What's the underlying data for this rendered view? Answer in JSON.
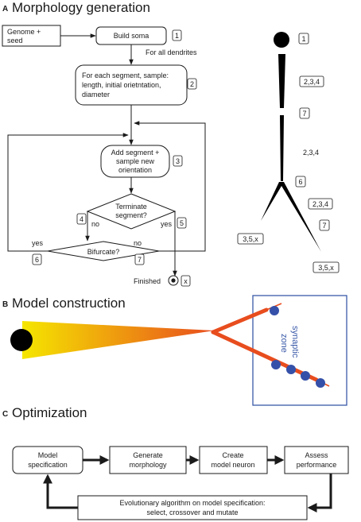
{
  "colors": {
    "ink": "#1a1a1a",
    "axon_start": "#f5e600",
    "axon_end": "#e84d1e",
    "dendrite": "#e84d1e",
    "synapse": "#3550a8",
    "zone_border": "#3a5aa8",
    "zone_text": "#3a5aa8"
  },
  "panel_a": {
    "letter": "A",
    "title": "Morphology generation",
    "genome_label": "Genome +",
    "seed_label": "seed",
    "build_soma": "Build soma",
    "for_all_dendrites": "For all dendrites",
    "sample_line1": "For each segment, sample:",
    "sample_line2": "length, initial orietntation,",
    "sample_line3": "diameter",
    "add_line1": "Add segment +",
    "add_line2": "sample new",
    "add_line3": "orientation",
    "terminate_line1": "Terminate",
    "terminate_line2": "segment?",
    "bifurcate": "Bifurcate?",
    "no_left": "no",
    "yes_right": "yes",
    "yes_left": "yes",
    "no_right": "no",
    "finished": "Finished",
    "step_tags": [
      "1",
      "2",
      "3",
      "4",
      "5",
      "6",
      "7",
      "x"
    ],
    "tree_tags": [
      "1",
      "2,3,4",
      "7",
      "2,3,4",
      "6",
      "2,3,4",
      "7",
      "3,5,x",
      "3,5,x"
    ]
  },
  "panel_b": {
    "letter": "B",
    "title": "Model construction",
    "zone_line1": "synaptic",
    "zone_line2": "zone"
  },
  "panel_c": {
    "letter": "C",
    "title": "Optimization",
    "model_spec_line1": "Model",
    "model_spec_line2": "specification",
    "generate_line1": "Generate",
    "generate_line2": "morphology",
    "create_line1": "Create",
    "create_line2": "model neuron",
    "assess_line1": "Assess",
    "assess_line2": "performance",
    "evo_line1": "Evolutionary algorithm on model specification:",
    "evo_line2": "select, crossover and mutate"
  }
}
